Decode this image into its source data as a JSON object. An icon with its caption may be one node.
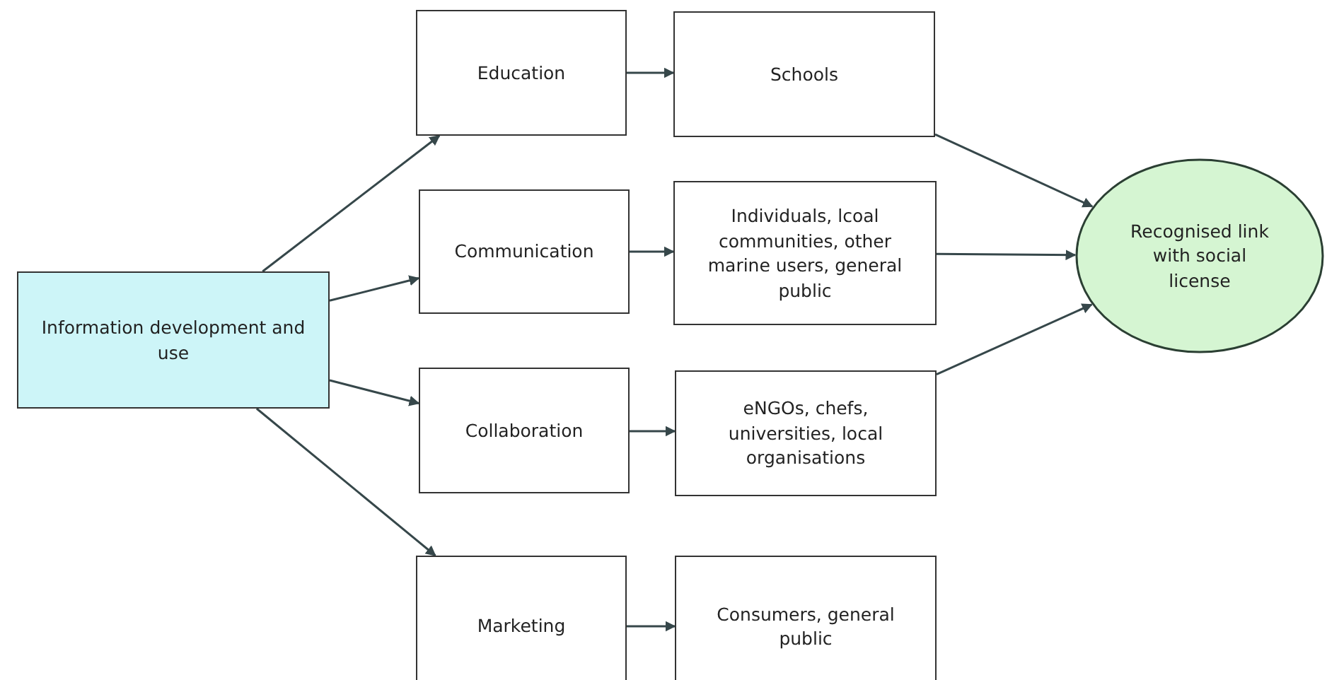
{
  "diagram": {
    "nodes": [
      {
        "text": [
          "Information development and use"
        ]
      },
      {
        "text": [
          "Education"
        ]
      },
      {
        "text": [
          "Schools"
        ]
      },
      {
        "text": [
          "Communication"
        ]
      },
      {
        "text": [
          "Individuals, lcoal communities, other marine users, general public"
        ]
      },
      {
        "text": [
          "Collaboration"
        ]
      },
      {
        "text": [
          "eNGOs, chefs, universities, local organisations"
        ]
      },
      {
        "text": [
          "Marketing"
        ]
      },
      {
        "text": [
          "Consumers, general public"
        ]
      },
      {
        "text": [
          "Recognised link with social license"
        ]
      }
    ],
    "edges": [
      {
        "from": 0,
        "to": 1,
        "arrow": "to"
      },
      {
        "from": 0,
        "to": 3,
        "arrow": "to"
      },
      {
        "from": 0,
        "to": 5,
        "arrow": "to"
      },
      {
        "from": 0,
        "to": 7,
        "arrow": "to"
      },
      {
        "from": 1,
        "to": 2,
        "arrow": "to"
      },
      {
        "from": 3,
        "to": 4,
        "arrow": "to"
      },
      {
        "from": 5,
        "to": 6,
        "arrow": "to"
      },
      {
        "from": 7,
        "to": 8,
        "arrow": "to"
      },
      {
        "from": 2,
        "to": 9,
        "arrow": "to"
      },
      {
        "from": 4,
        "to": 9,
        "arrow": "to"
      },
      {
        "from": 6,
        "to": 9,
        "arrow": "to"
      }
    ]
  }
}
